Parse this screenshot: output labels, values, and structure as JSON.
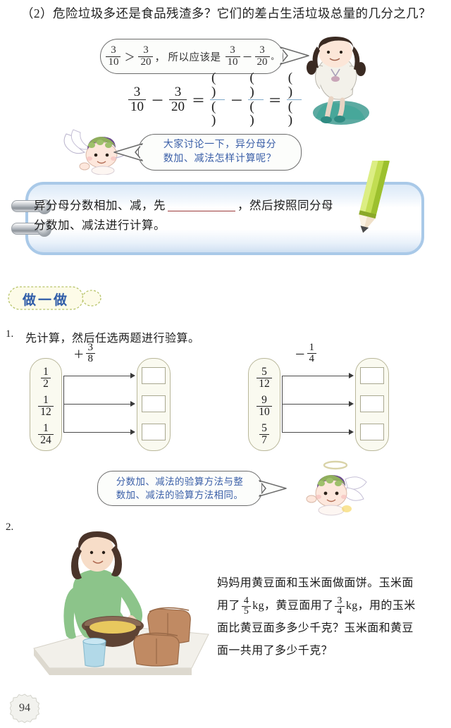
{
  "page": {
    "number": "94",
    "question_label": "（2）",
    "question_text": "（2）危险垃圾多还是食品残渣多？它们的差占生活垃圾总量的几分之几？"
  },
  "bubble_student": {
    "frac1_num": "3",
    "frac1_den": "10",
    "compare_op": "＞",
    "frac2_num": "3",
    "frac2_den": "20",
    "comma": "，",
    "middle_text": "所以应该是",
    "frac3_num": "3",
    "frac3_den": "10",
    "minus": "－",
    "frac4_num": "3",
    "frac4_den": "20",
    "period": "。"
  },
  "equation": {
    "lhs_num1": "3",
    "lhs_den1": "10",
    "op1": "－",
    "lhs_num2": "3",
    "lhs_den2": "20",
    "eq1": "＝",
    "blank_num1": "( )",
    "blank_den1": "( )",
    "op2": "－",
    "blank_num2": "( )",
    "blank_den2": "( )",
    "eq2": "＝",
    "blank_num3": "( )",
    "blank_den3": "( )"
  },
  "bubble_angel_1": {
    "line1": "大家讨论一下，异分母分",
    "line2": "数加、减法怎样计算呢？"
  },
  "conclusion_box": {
    "part1": "异分母分数相加、减，先",
    "blank": "",
    "part2": "，然后按照同分母",
    "part3": "分数加、减法进行计算。"
  },
  "section_badge": {
    "label": "做一做"
  },
  "item1": {
    "number": "1.",
    "text": "先计算，然后任选两题进行验算。",
    "group_left": {
      "operation_sign": "＋",
      "operation_num": "3",
      "operation_den": "8",
      "sources": [
        {
          "num": "1",
          "den": "2"
        },
        {
          "num": "1",
          "den": "12"
        },
        {
          "num": "1",
          "den": "24"
        }
      ],
      "answers": [
        "",
        "",
        ""
      ]
    },
    "group_right": {
      "operation_sign": "－",
      "operation_num": "1",
      "operation_den": "4",
      "sources": [
        {
          "num": "5",
          "den": "12"
        },
        {
          "num": "9",
          "den": "10"
        },
        {
          "num": "5",
          "den": "7"
        }
      ],
      "answers": [
        "",
        "",
        ""
      ]
    }
  },
  "bubble_angel_2": {
    "line1": "分数加、减法的验算方法与整",
    "line2": "数加、减法的验算方法相同。"
  },
  "item2": {
    "number": "2.",
    "text_part1": "妈妈用黄豆面和玉米面做面饼。玉米面",
    "text_part2_pre": "用了",
    "frac1_num": "4",
    "frac1_den": "5",
    "unit1": "kg，黄豆面用了",
    "frac2_num": "3",
    "frac2_den": "4",
    "unit2": "kg，用的玉米",
    "text_part3": "面比黄豆面多多少千克？玉米面和黄豆",
    "text_part4": "面一共用了多少千克？"
  },
  "illustrations": {
    "girl_sitting": "girl-sitting-illustration",
    "angel_top": "angel-cherub-illustration",
    "angel_bottom": "angel-cherub-illustration",
    "pencil": "pencil-illustration",
    "mother_cooking": "mother-making-dough-illustration"
  },
  "colors": {
    "box_border": "#a9c9e8",
    "bubble_text": "#3a5fa8",
    "badge_text": "#2f5ca8",
    "blank_underline": "#9c3b3b"
  }
}
